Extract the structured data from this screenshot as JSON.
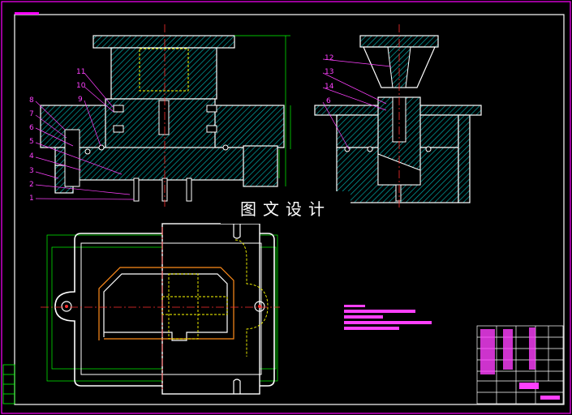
{
  "watermark": "图文设计",
  "callouts_left": [
    "11",
    "10",
    "9",
    "8",
    "7",
    "6",
    "5",
    "4",
    "3",
    "2",
    "1"
  ],
  "callouts_right": [
    "12",
    "13",
    "14",
    "6"
  ],
  "colors": {
    "background": "#000000",
    "frame": "#ff00ff",
    "part_outline": "#ffffff",
    "hatch": "#00c8c8",
    "centerline": "#ff3030",
    "leader": "#ff40ff",
    "dimension": "#00ff00",
    "hidden_line": "#ffff00",
    "core_line": "#ff8c1a"
  },
  "icons": {
    "title_block": "title-block-table",
    "notes": "technical-notes-bars"
  }
}
